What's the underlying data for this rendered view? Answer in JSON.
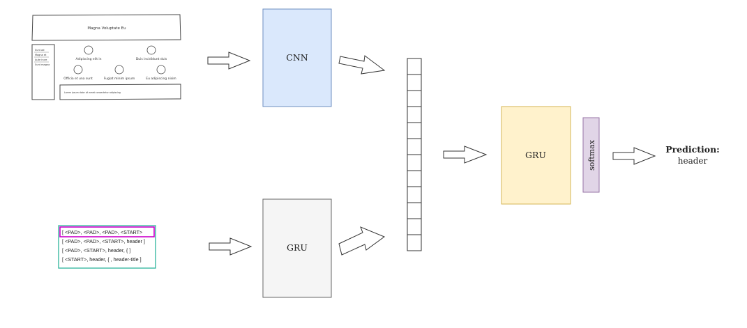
{
  "sketch": {
    "header_text": "Magna Voluptate Eu",
    "nav_items": [
      "Sunt ad",
      "Magna et",
      "Aute irure",
      "Sunt magna"
    ],
    "row1": [
      "Adipiscing elit in",
      "Duis incididunt duis"
    ],
    "row2": [
      "Officia et una sunt",
      "Fugiat minim ipsum",
      "Eu adipiscing nisim"
    ],
    "footer_text": "Lorem ipsum dolor sit amet consectetur adipiscing"
  },
  "sequence": {
    "lines": [
      "[ <PAD>, <PAD>, <PAD>, <START>",
      "[ <PAD>, <PAD>, <START>,  header  ]",
      "[ <PAD>, <START>, header,     {     ]",
      "[ <START>, header, { , header-title  ]"
    ]
  },
  "blocks": {
    "cnn": "CNN",
    "gru_encoder": "GRU",
    "gru_decoder": "GRU",
    "softmax": "softmax"
  },
  "output": {
    "label": "Prediction:",
    "value": "header"
  },
  "colors": {
    "cnn_fill": "#dae8fc",
    "cnn_stroke": "#6c8ebf",
    "gru_enc_fill": "#f5f5f5",
    "gru_enc_stroke": "#666666",
    "gru_dec_fill": "#fff2cc",
    "gru_dec_stroke": "#d6b656",
    "softmax_fill": "#e1d5e7",
    "softmax_stroke": "#9673a6",
    "seq_box_stroke": "#2bb39a",
    "seq_highlight": "#cc00cc"
  }
}
